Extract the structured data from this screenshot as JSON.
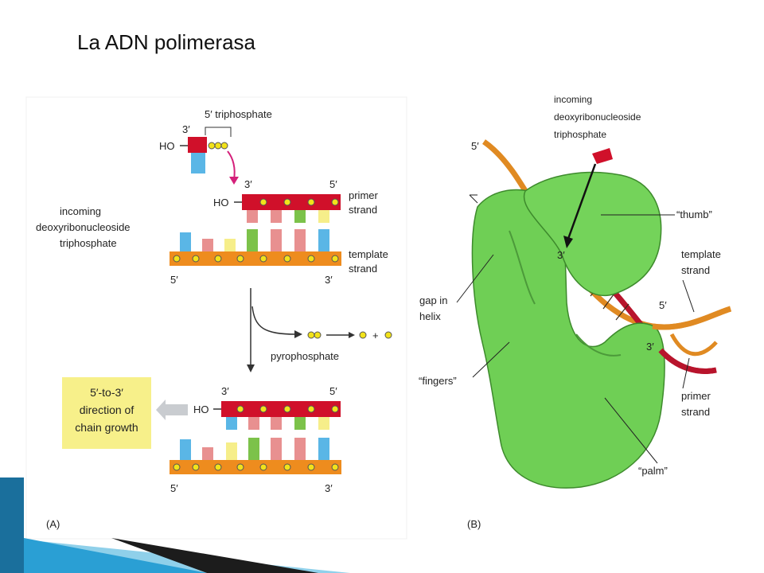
{
  "slide": {
    "title": "La ADN polimerasa"
  },
  "panel_a": {
    "letter": "(A)",
    "top_3prime": "3′",
    "top_ho": "HO",
    "triphosphate": "5′ triphosphate",
    "mid_3prime": "3′",
    "mid_5prime": "5′",
    "mid_ho": "HO",
    "primer_strand": [
      "primer",
      "strand"
    ],
    "incoming": [
      "incoming",
      "deoxyribonucleoside",
      "triphosphate"
    ],
    "template_strand": [
      "template",
      "strand"
    ],
    "mid_bottom_5prime": "5′",
    "mid_bottom_3prime": "3′",
    "pyrophosphate": "pyrophosphate",
    "plus": "+",
    "bottom_3prime": "3′",
    "bottom_5prime": "5′",
    "bottom_ho": "HO",
    "bottom_bottom_5prime": "5′",
    "bottom_bottom_3prime": "3′",
    "direction_box": [
      "5′-to-3′",
      "direction of",
      "chain growth"
    ]
  },
  "panel_b": {
    "letter": "(B)",
    "incoming": [
      "incoming",
      "deoxyribonucleoside",
      "triphosphate"
    ],
    "five_prime_top": "5′",
    "thumb": "“thumb”",
    "template_strand": [
      "template",
      "strand"
    ],
    "gap": [
      "gap in",
      "helix"
    ],
    "five_prime_right": "5′",
    "three_prime_inner": "3′",
    "three_prime_right": "3′",
    "fingers": "“fingers”",
    "primer_strand": [
      "primer",
      "strand"
    ],
    "palm": "“palm”"
  },
  "colors": {
    "red": "#d0102a",
    "orange": "#ee8c1e",
    "yellow_base": "#f6ee8a",
    "pink_base": "#e89090",
    "blue_base": "#5ab6e6",
    "green_base": "#7cc24a",
    "phosphate": "#f2e21a",
    "magenta_arrow": "#d4207a",
    "box_yellow": "#f7f08a",
    "protein_green": "#6fcf55"
  }
}
